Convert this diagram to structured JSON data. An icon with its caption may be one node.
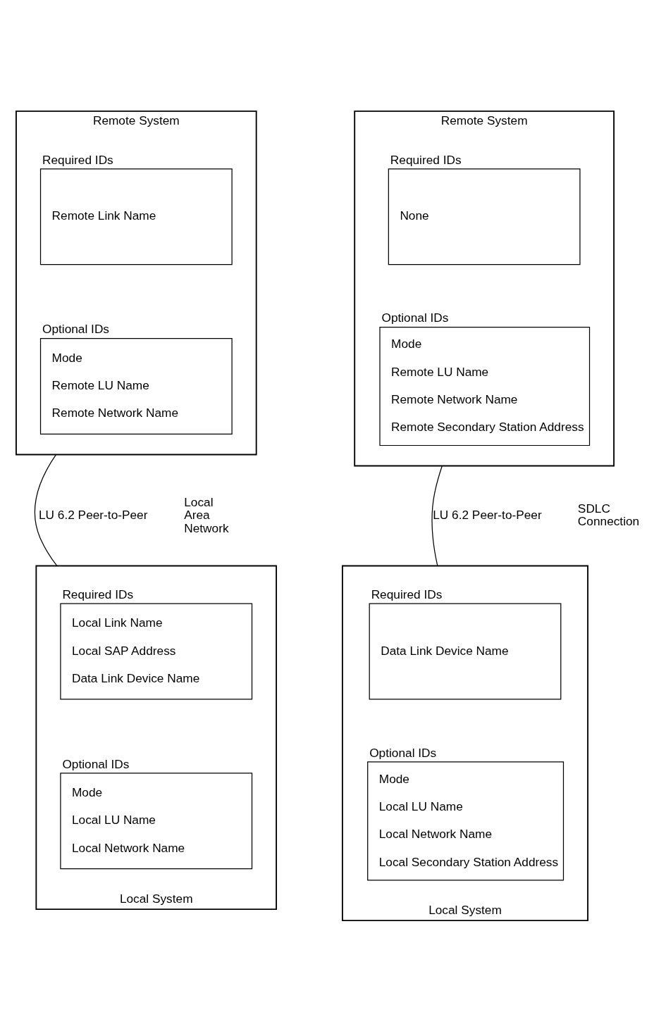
{
  "diagram": {
    "nodes": [
      {
        "text": [
          "Remote System"
        ]
      },
      {
        "text": [
          "Required IDs",
          "Remote Link Name"
        ],
        "in": 0
      },
      {
        "text": [
          "Optional IDs",
          "Mode",
          "Remote LU Name",
          "Remote Network Name"
        ],
        "in": 0
      },
      {
        "text": [
          "Remote System"
        ]
      },
      {
        "text": [
          "Required IDs",
          "None"
        ],
        "in": 3
      },
      {
        "text": [
          "Optional IDs",
          "Mode",
          "Remote LU Name",
          "Remote Network Name",
          "Remote Secondary Station Address"
        ],
        "in": 3
      },
      {
        "text": [
          "Local System"
        ]
      },
      {
        "text": [
          "Required IDs",
          "Local Link Name",
          "Local SAP Address",
          "Data Link Device Name"
        ],
        "in": 6
      },
      {
        "text": [
          "Optional IDs",
          "Mode",
          "Local LU Name",
          "Local Network Name"
        ],
        "in": 6
      },
      {
        "text": [
          "Local System"
        ]
      },
      {
        "text": [
          "Required IDs",
          "Data Link Device Name"
        ],
        "in": 9
      },
      {
        "text": [
          "Optional IDs",
          "Mode",
          "Local LU Name",
          "Local Network Name",
          "Local Secondary Station Address"
        ],
        "in": 9
      }
    ],
    "edges": [
      {
        "from": 0,
        "to": 6,
        "arrow": "none",
        "label": "LU 6.2 Peer-to-Peer"
      },
      {
        "from": 3,
        "to": 9,
        "arrow": "none",
        "label": "LU 6.2 Peer-to-Peer"
      }
    ],
    "labels": [
      "Local Area Network",
      "SDLC Connection"
    ]
  }
}
